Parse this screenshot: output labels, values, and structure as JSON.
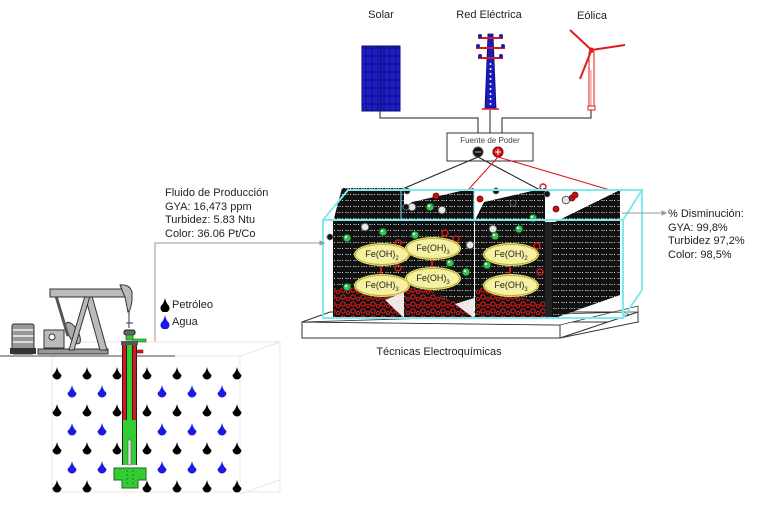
{
  "energy_sources": {
    "solar": {
      "label": "Solar",
      "icon": "solar-panel-icon",
      "color": "#1a1ab8"
    },
    "grid": {
      "label": "Red Eléctrica",
      "icon": "transmission-tower-icon",
      "color": "#1a1ab8"
    },
    "wind": {
      "label": "Eólica",
      "icon": "wind-turbine-icon",
      "color": "#e01b1b"
    }
  },
  "power_supply": {
    "label": "Fuente de Poder",
    "negative_terminal": "−",
    "positive_terminal": "+",
    "negative_color": "#111111",
    "positive_color": "#d81818"
  },
  "production_fluid": {
    "title": "Fluido de Producción",
    "lines": [
      "GYA: 16,473 ppm",
      "Turbidez: 5.83 Ntu",
      "Color: 36.06 Pt/Co"
    ]
  },
  "reduction": {
    "title": "% Disminución:",
    "lines": [
      "GYA: 99,8%",
      "Turbidez  97,2%",
      "Color: 98,5%"
    ]
  },
  "reactor": {
    "label": "Técnicas Electroquímicas",
    "tank_color": "#7fe8f0",
    "cells": [
      {
        "top": "Fe(OH)",
        "top_sub": "2",
        "bottom": "Fe(OH)",
        "bottom_sub": "3"
      },
      {
        "top": "Fe(OH)",
        "top_sub": "3",
        "bottom": "Fe(OH)",
        "bottom_sub": "3"
      },
      {
        "top": "Fe(OH)",
        "top_sub": "2",
        "bottom": "Fe(OH)",
        "bottom_sub": "3"
      }
    ]
  },
  "legend": {
    "items": [
      {
        "label": "Petróleo",
        "color": "#000000"
      },
      {
        "label": "Agua",
        "color": "#1a1ae0"
      }
    ]
  },
  "well": {
    "pump_icon": "pumpjack-icon",
    "casing_color": "#d81818",
    "tubing_color": "#33cc33"
  }
}
